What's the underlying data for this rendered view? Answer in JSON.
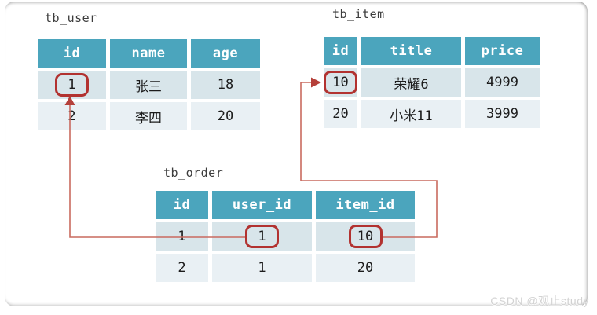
{
  "watermark": "CSDN @观止study",
  "colors": {
    "header_bg": "#4ba5bd",
    "row_odd_bg": "#d8e5ea",
    "row_even_bg": "#e9f0f4",
    "highlight_border": "#b23230",
    "relation_line": "#c96a5f",
    "relation_arrowhead": "#b5403a"
  },
  "tables": {
    "user": {
      "title": "tb_user",
      "headers": [
        "id",
        "name",
        "age"
      ],
      "rows": [
        [
          "1",
          "张三",
          "18"
        ],
        [
          "2",
          "李四",
          "20"
        ]
      ]
    },
    "item": {
      "title": "tb_item",
      "headers": [
        "id",
        "title",
        "price"
      ],
      "rows": [
        [
          "10",
          "荣耀6",
          "4999"
        ],
        [
          "20",
          "小米11",
          "3999"
        ]
      ]
    },
    "order": {
      "title": "tb_order",
      "headers": [
        "id",
        "user_id",
        "item_id"
      ],
      "rows": [
        [
          "1",
          "1",
          "10"
        ],
        [
          "2",
          "1",
          "20"
        ]
      ]
    }
  },
  "relations": [
    {
      "from": "tb_order.user_id=1",
      "to": "tb_user.id=1"
    },
    {
      "from": "tb_order.item_id=10",
      "to": "tb_item.id=10"
    }
  ]
}
